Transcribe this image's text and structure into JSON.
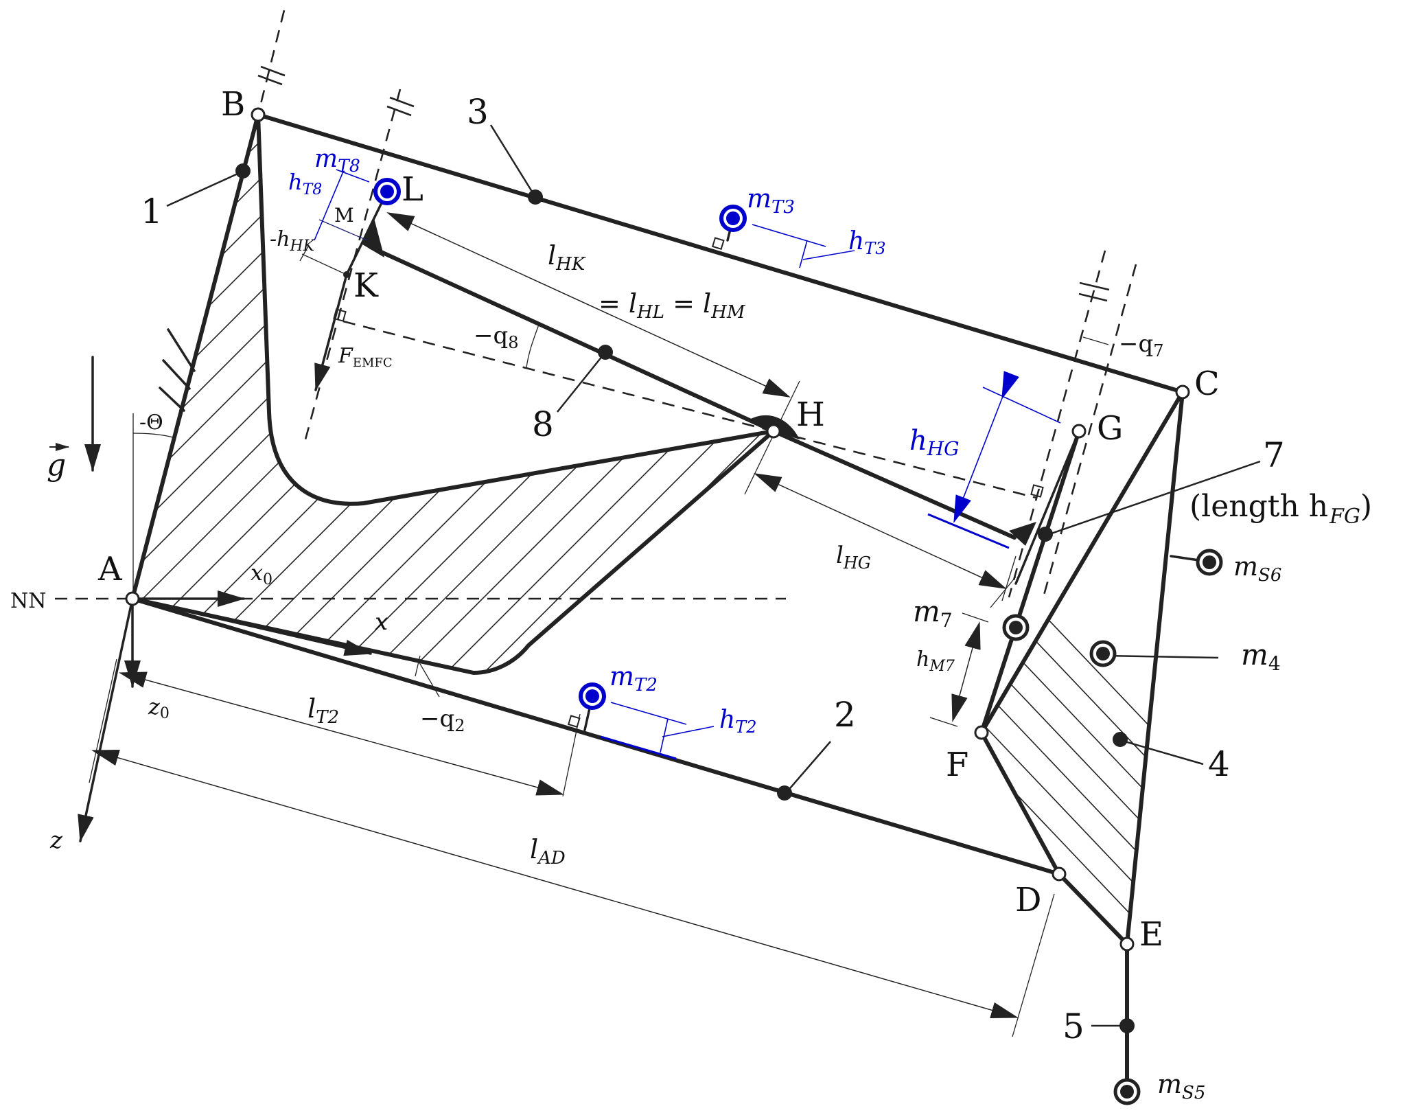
{
  "colors": {
    "ink": "#222222",
    "accent_blue": "#0000cc",
    "background": "#ffffff"
  },
  "points": {
    "A": "A",
    "B": "B",
    "C": "C",
    "D": "D",
    "E": "E",
    "F": "F",
    "G": "G",
    "H": "H",
    "K": "K",
    "L": "L",
    "M": "M"
  },
  "bodies": {
    "b1": "1",
    "b2": "2",
    "b3": "3",
    "b4": "4",
    "b5": "5",
    "b7": "7",
    "b8": "8",
    "b7_note": "(length h",
    "b7_note_sub": "FG",
    "b7_note_close": ")"
  },
  "reference": {
    "nn": "NN",
    "gravity": "g",
    "theta": "-Θ",
    "x0": "x",
    "x0_sub": "0",
    "z0": "z",
    "z0_sub": "0",
    "x": "x",
    "z": "z"
  },
  "dimensions": {
    "l_T2": "l",
    "l_T2_sub": "T2",
    "l_AD": "l",
    "l_AD_sub": "AD",
    "l_HK": "l",
    "l_HK_sub": "HK",
    "l_eq_1": "= l",
    "l_eq_1_sub": "HL",
    "l_eq_2": " = l",
    "l_eq_2_sub": "HM",
    "l_HG": "l",
    "l_HG_sub": "HG",
    "h_HK": "-h",
    "h_HK_sub": "HK",
    "h_M7": "h",
    "h_M7_sub": "M7",
    "q2": "−q",
    "q2_sub": "2",
    "q7": "−q",
    "q7_sub": "7",
    "q8": "−q",
    "q8_sub": "8",
    "F_EMFC": "F",
    "F_EMFC_sub": "EMFC"
  },
  "masses": {
    "mT8": "m",
    "mT8_sub": "T8",
    "hT8": "h",
    "hT8_sub": "T8",
    "mT3": "m",
    "mT3_sub": "T3",
    "hT3": "h",
    "hT3_sub": "T3",
    "mT2": "m",
    "mT2_sub": "T2",
    "hT2": "h",
    "hT2_sub": "T2",
    "hHG": "h",
    "hHG_sub": "HG",
    "m7": "m",
    "m7_sub": "7",
    "m4": "m",
    "m4_sub": "4",
    "mS6": "m",
    "mS6_sub": "S6",
    "mS5": "m",
    "mS5_sub": "S5"
  }
}
